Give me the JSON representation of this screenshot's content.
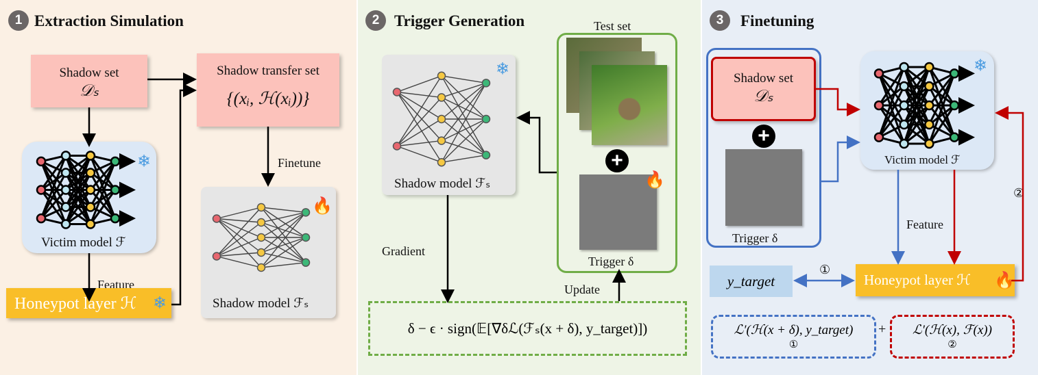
{
  "colors": {
    "panel1_bg": "#fbf0e4",
    "panel2_bg": "#eef4e6",
    "panel3_bg": "#e8eef6",
    "shadow_set": "#fcc2bb",
    "honeypot": "#f9be28",
    "victim": "#dce8f6",
    "trigger_box": "#70ad47",
    "blue": "#4472c4",
    "red": "#c00000",
    "y_target": "#bdd7ee"
  },
  "panel1": {
    "number": "1",
    "title": "Extraction Simulation",
    "shadow_set": "Shadow set",
    "shadow_set_math": "𝒟ₛ",
    "transfer_set": "Shadow transfer set",
    "transfer_math": "{(xᵢ, ℋ(xᵢ))}",
    "victim_model": "Victim model ℱ",
    "feature": "Feature",
    "honeypot": "Honeypot layer ℋ",
    "finetune": "Finetune",
    "shadow_model": "Shadow model ℱₛ",
    "icons": {
      "victim": "snowflake-icon",
      "honeypot": "snowflake-icon",
      "shadow_model": "fire-icon"
    }
  },
  "panel2": {
    "number": "2",
    "title": "Trigger Generation",
    "shadow_model": "Shadow model ℱₛ",
    "test_set": "Test set",
    "trigger": "Trigger  δ",
    "gradient": "Gradient",
    "update": "Update",
    "formula": "δ − ϵ · sign(𝔼[∇δℒ(ℱₛ(x + δ), y_target)])",
    "icons": {
      "shadow_model": "snowflake-icon",
      "trigger": "fire-icon"
    }
  },
  "panel3": {
    "number": "3",
    "title": "Finetuning",
    "shadow_set": "Shadow set",
    "shadow_set_math": "𝒟ₛ",
    "trigger": "Trigger  δ",
    "victim_model": "Victim model ℱ",
    "feature": "Feature",
    "y_target": "y_target",
    "honeypot": "Honeypot layer ℋ",
    "step1": "①",
    "step2": "②",
    "loss1": "ℒ′(ℋ(x + δ), y_target)",
    "plus": "+",
    "loss2": "ℒ′(ℋ(x), ℱ(x))",
    "icons": {
      "victim": "snowflake-icon",
      "honeypot": "fire-icon"
    }
  }
}
